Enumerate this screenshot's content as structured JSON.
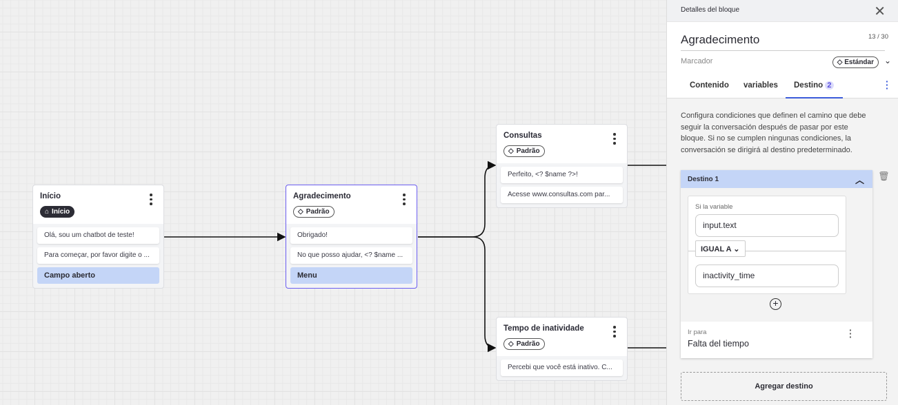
{
  "canvas": {
    "nodes": [
      {
        "title": "Início",
        "tag": "Início",
        "tag_icon": "home-icon",
        "messages": [
          "Olá, sou um chatbot de teste!",
          "Para começar, por favor digite o ..."
        ],
        "input": "Campo aberto"
      },
      {
        "title": "Agradecimento",
        "tag": "Padrão",
        "tag_icon": "tag-icon",
        "messages": [
          "Obrigado!",
          "No que posso ajudar, <? $name ..."
        ],
        "input": "Menu"
      },
      {
        "title": "Consultas",
        "tag": "Padrão",
        "tag_icon": "tag-icon",
        "messages": [
          "Perfeito, <? $name ?>!",
          "Acesse www.consultas.com par..."
        ]
      },
      {
        "title": "Tempo de inatividade",
        "tag": "Padrão",
        "tag_icon": "tag-icon",
        "messages": [
          "Percebi que você está inativo. C..."
        ]
      }
    ]
  },
  "panel": {
    "header": "Detalles del bloque",
    "block_name": "Agradecimento",
    "char_count": "13 / 30",
    "marker_label": "Marcador",
    "marker_value": "Estándar",
    "tabs": [
      {
        "label": "Contenido"
      },
      {
        "label": "variables"
      },
      {
        "label": "Destino",
        "badge": "2",
        "active": true
      }
    ],
    "description": "Configura condiciones que definen el camino que debe seguir la conversación después de pasar por este bloque. Si no se cumplen ningunas condiciones, la conversación se dirigirá al destino predeterminado.",
    "destination": {
      "title": "Destino 1",
      "condition_label": "Si la variable",
      "variable": "input.text",
      "operator": "IGUAL A",
      "value": "inactivity_time",
      "goto_label": "Ir para",
      "goto_value": "Falta del tiempo"
    },
    "add_destination": "Agregar destino"
  },
  "colors": {
    "accent": "#3b5bdb",
    "selected_node": "#6a5cf0",
    "menu_bg": "#c4d5f7"
  }
}
